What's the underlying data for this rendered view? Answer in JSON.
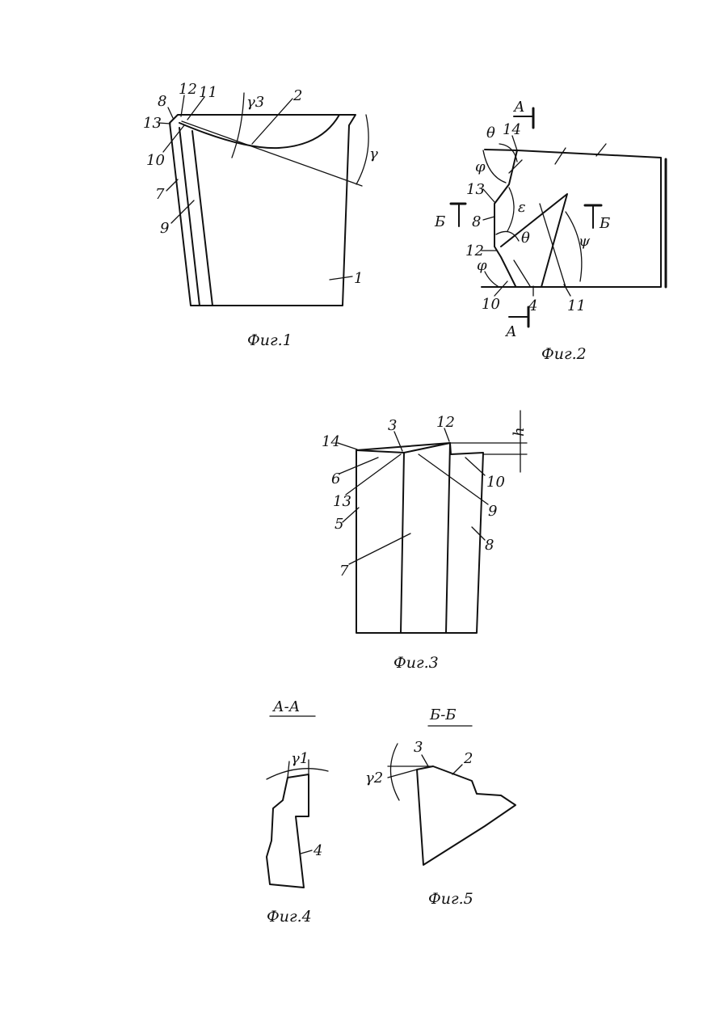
{
  "figures": [
    {
      "id": "fig1",
      "caption": "Фиг.1"
    },
    {
      "id": "fig2",
      "caption": "Фиг.2"
    },
    {
      "id": "fig3",
      "caption": "Фиг.3"
    },
    {
      "id": "fig4",
      "caption": "Фиг.4"
    },
    {
      "id": "fig5",
      "caption": "Фиг.5"
    }
  ],
  "fig1": {
    "labels": [
      "8",
      "12",
      "11",
      "13",
      "10",
      "7",
      "9",
      "2",
      "1"
    ],
    "angles": [
      "γ3",
      "γ"
    ]
  },
  "fig2": {
    "labels": [
      "14",
      "13",
      "8",
      "12",
      "10",
      "4",
      "11"
    ],
    "angles": [
      "θ",
      "φ",
      "ε",
      "θ",
      "φ",
      "ψ"
    ],
    "section_marks": [
      "А",
      "А",
      "Б",
      "Б"
    ]
  },
  "fig3": {
    "labels": [
      "14",
      "3",
      "12",
      "6",
      "13",
      "5",
      "7",
      "8",
      "10",
      "9"
    ],
    "dimension": "h"
  },
  "sections": {
    "aa_title": "А-А",
    "bb_title": "Б-Б",
    "fig4_label": "4",
    "fig4_angle": "γ1",
    "fig5_labels": [
      "3",
      "2"
    ],
    "fig5_angle": "γ2"
  }
}
